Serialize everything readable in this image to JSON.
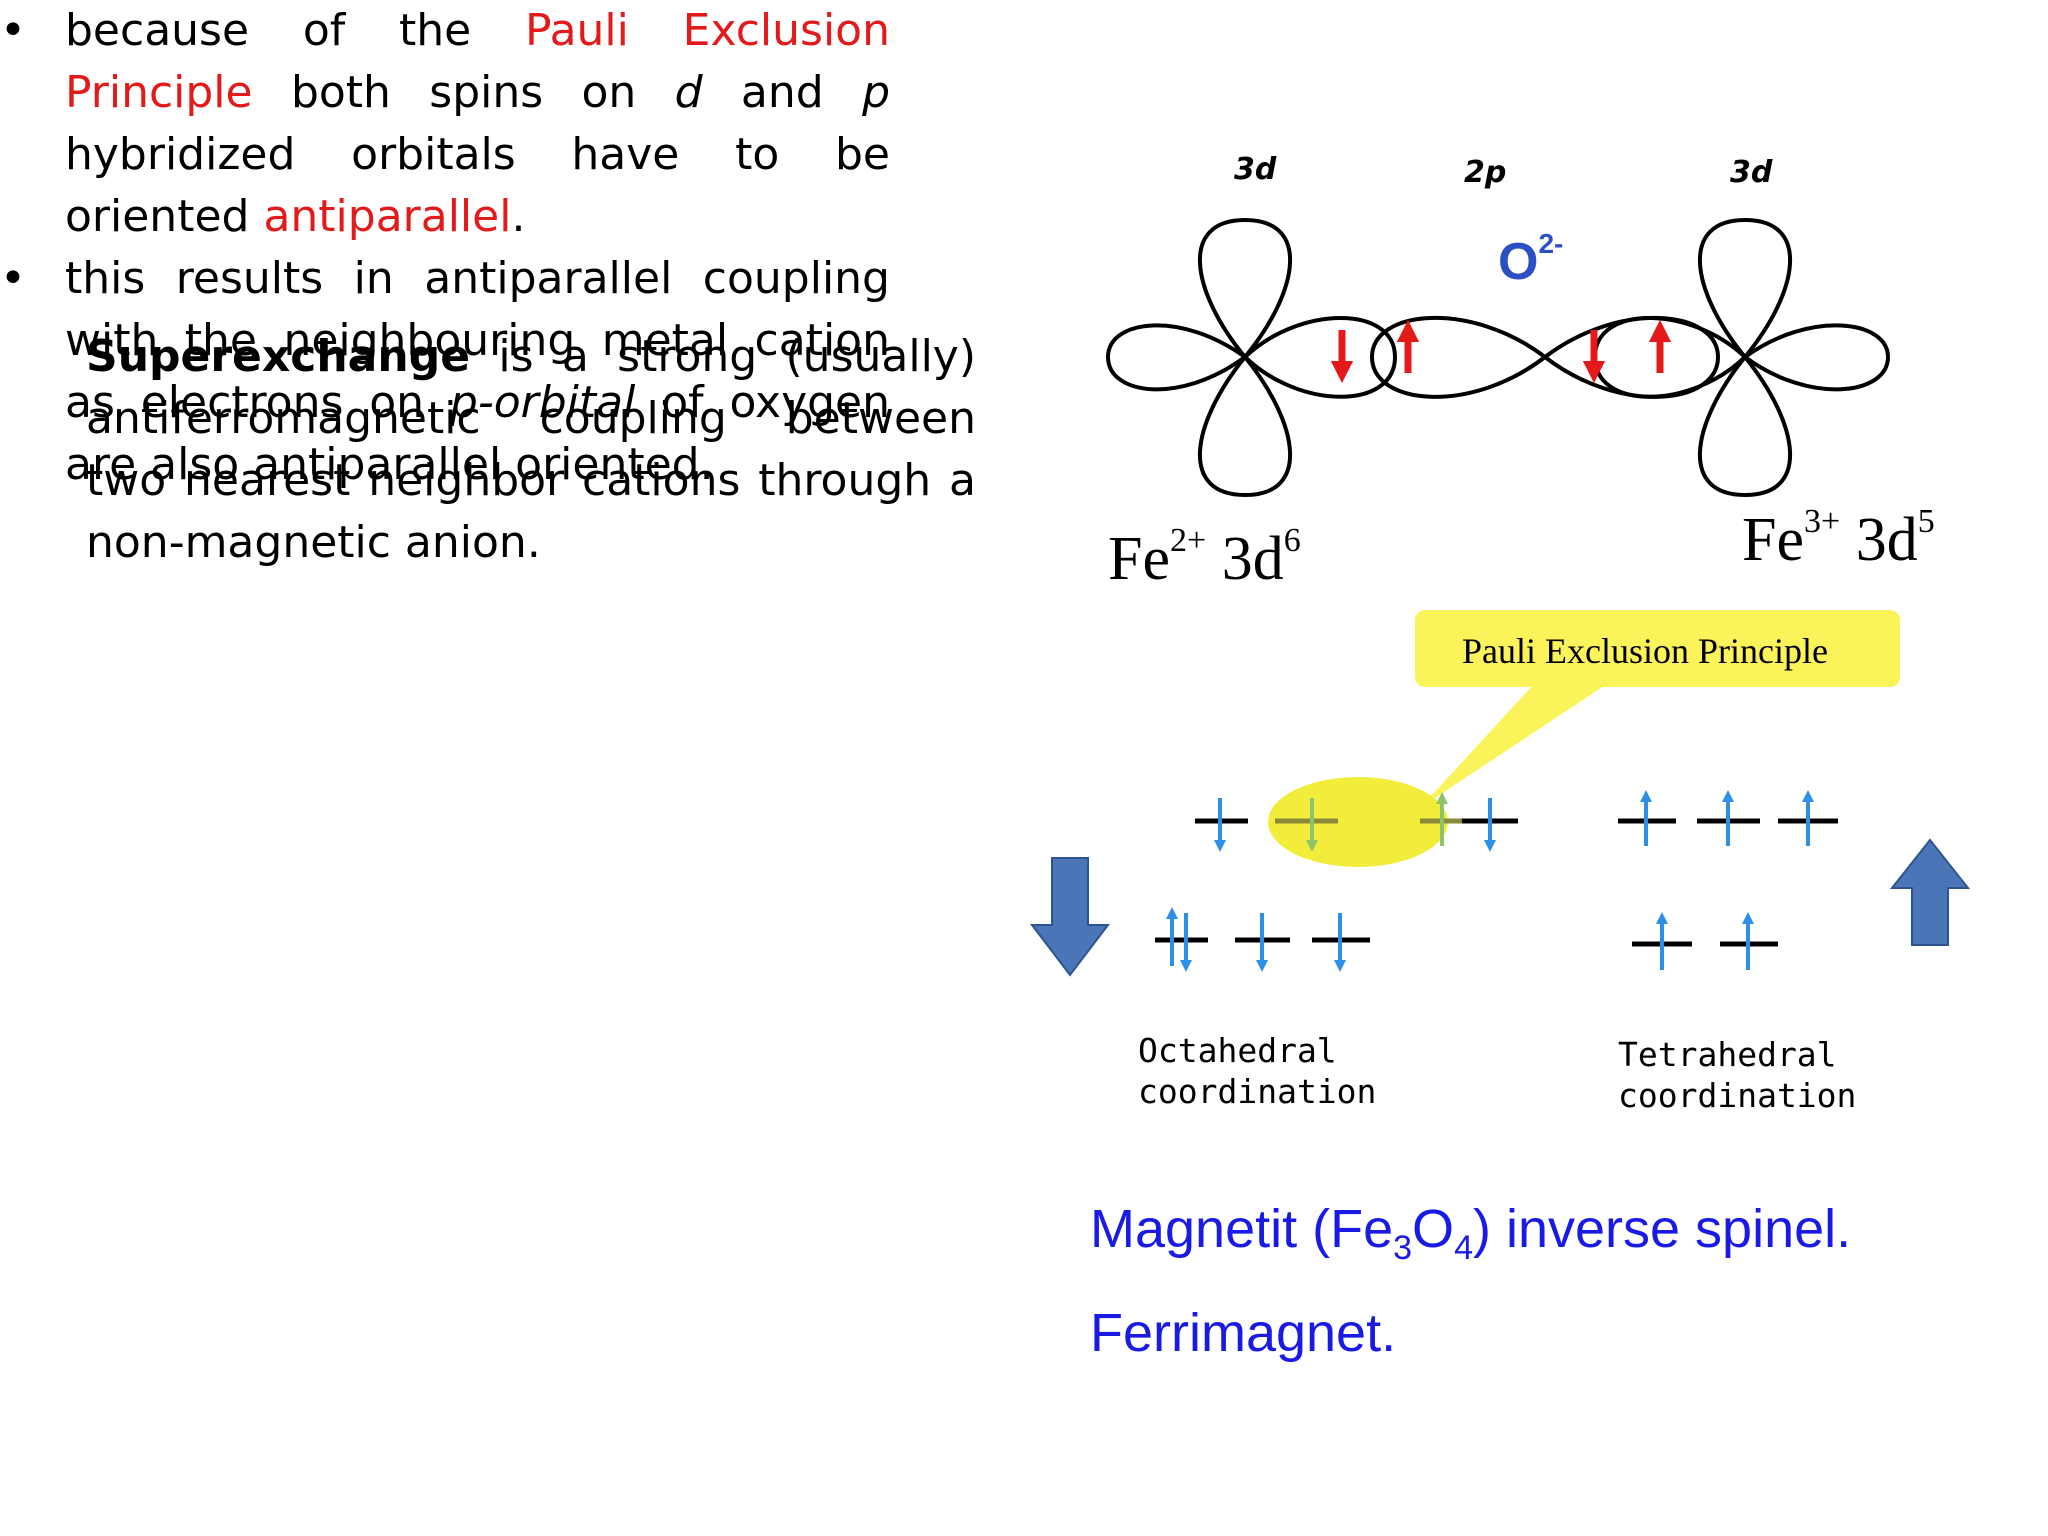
{
  "left": {
    "intro": {
      "term": "Superexchange",
      "rest": " is a strong (usually) antiferromagnetic coupling between two nearest neighbor cations through a non-magnetic anion."
    },
    "bullet_symbol": "•",
    "bullet1": {
      "p1": "because of the ",
      "red1": "Pauli Exclusion Principle",
      "p2": " both spins on ",
      "i1": "d",
      "p3": " and ",
      "i2": "p",
      "p4": " hybridized orbitals have to be oriented ",
      "red2": "antiparallel",
      "p5": "."
    },
    "bullet2": {
      "p1": "this results in antiparallel coupling with the neighbouring metal cation as electrons on ",
      "i1": "p-orbital",
      "p2": " of oxygen are also antiparallel oriented."
    }
  },
  "orbital_diagram": {
    "label_left": "3d",
    "label_mid": "2p",
    "label_right": "3d",
    "anion": {
      "base": "O",
      "charge": "2-"
    },
    "ion_left": {
      "element": "Fe",
      "charge": "2+",
      "config": "3d",
      "exp": "6"
    },
    "ion_right": {
      "element": "Fe",
      "charge": "3+",
      "config": "3d",
      "exp": "5"
    },
    "colors": {
      "spin_arrow": "#e41a1a",
      "anion": "#2b4fc4"
    }
  },
  "callout": {
    "text": "Pauli  Exclusion  Principle",
    "fill": "#fbf35a"
  },
  "levels": {
    "octahedral": {
      "line1": "Octahedral",
      "line2": "coordination"
    },
    "tetrahedral": {
      "line1": "Tetrahedral",
      "line2": "coordination"
    },
    "colors": {
      "spin": "#2e8fe8",
      "level": "#000000",
      "big_arrow": "#4a76b8",
      "highlight": "#f2ec3a"
    }
  },
  "footer": {
    "line1": {
      "prefix": "Magnetit (Fe",
      "sub1": "3",
      "mid": "O",
      "sub2": "4",
      "suffix": ") inverse spinel."
    },
    "line2": "Ferrimagnet.",
    "color": "#1a1ae6"
  }
}
